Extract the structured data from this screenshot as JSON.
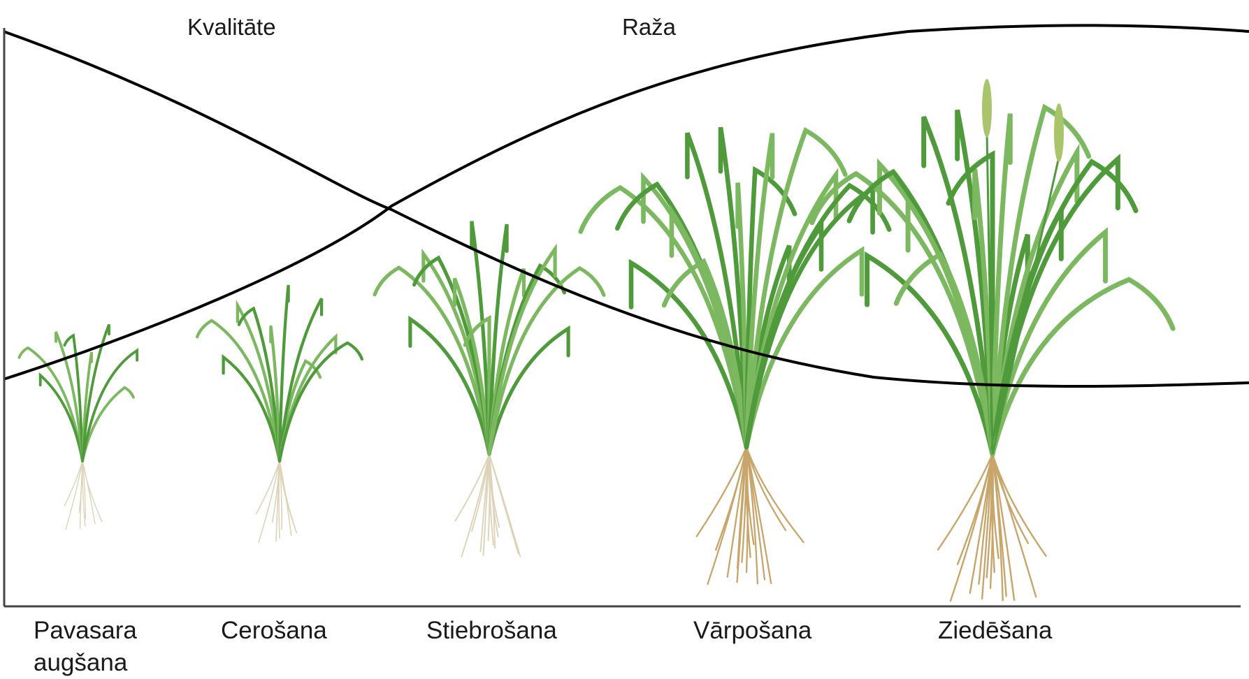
{
  "curves": [
    {
      "name": "Kvalitāte",
      "trend": "decreasing"
    },
    {
      "name": "Raža",
      "trend": "increasing"
    }
  ],
  "stages": [
    {
      "line1": "Pavasara",
      "line2": "augšana",
      "plant_size": 0.2
    },
    {
      "line1": "Cerošana",
      "line2": "",
      "plant_size": 0.33
    },
    {
      "line1": "Stiebrošana",
      "line2": "",
      "plant_size": 0.55
    },
    {
      "line1": "Vārpošana",
      "line2": "",
      "plant_size": 0.9
    },
    {
      "line1": "Ziedēšana",
      "line2": "",
      "plant_size": 1.0
    }
  ],
  "colors": {
    "curve": "#000000",
    "leaf": "#4f9a3a",
    "leaf_light": "#7bb85f",
    "root": "#c8a56a",
    "root_light": "#ddd3b8",
    "axis": "#444444"
  }
}
